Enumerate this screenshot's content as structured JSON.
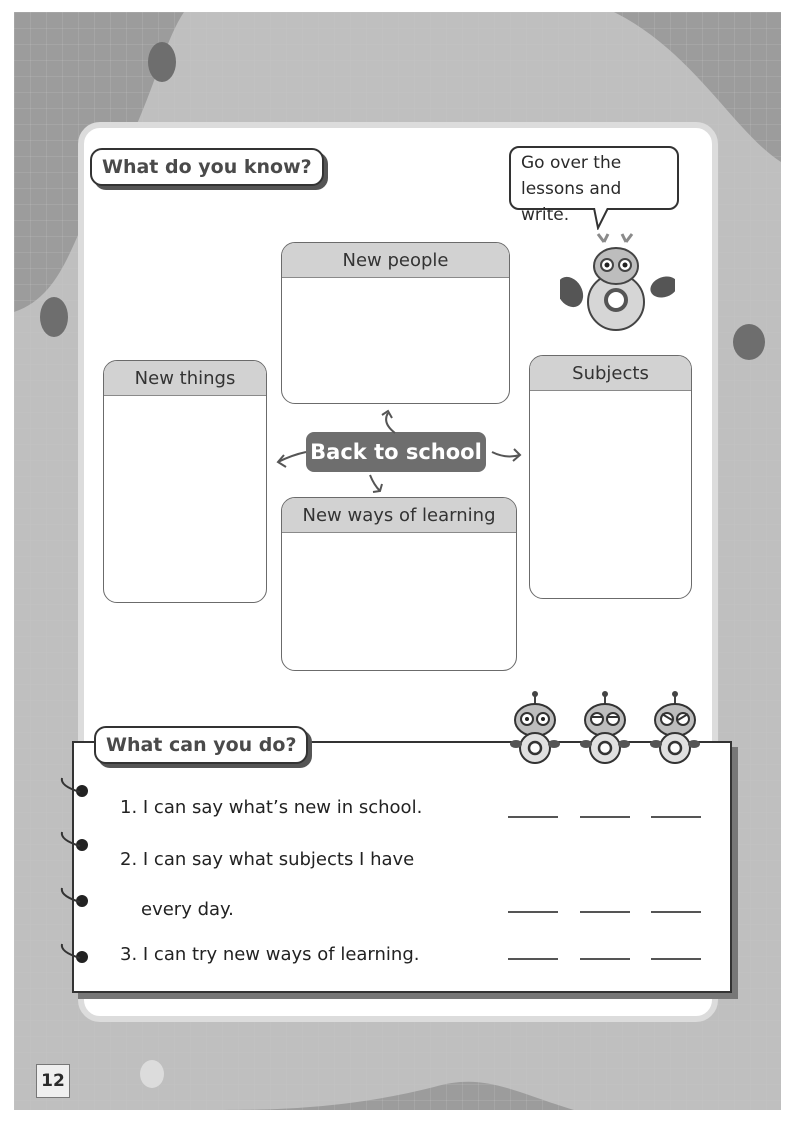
{
  "know_section": {
    "title": "What do you know?"
  },
  "speech_bubble": {
    "line1": "Go over the",
    "line2": "lessons and write."
  },
  "mind_map": {
    "center": "Back to school",
    "boxes": {
      "new_people": "New people",
      "new_things": "New things",
      "subjects": "Subjects",
      "new_ways": "New ways of learning"
    }
  },
  "do_section": {
    "title": "What can you do?",
    "items": [
      "1. I can say what’s new in school.",
      "2. I can say what subjects I have",
      "every day.",
      "3. I can try new ways of learning."
    ]
  },
  "page_number": "12",
  "icons": [
    "robot-mascot-icon",
    "robot-rating-happy-icon",
    "robot-rating-neutral-icon",
    "robot-rating-unsure-icon"
  ]
}
